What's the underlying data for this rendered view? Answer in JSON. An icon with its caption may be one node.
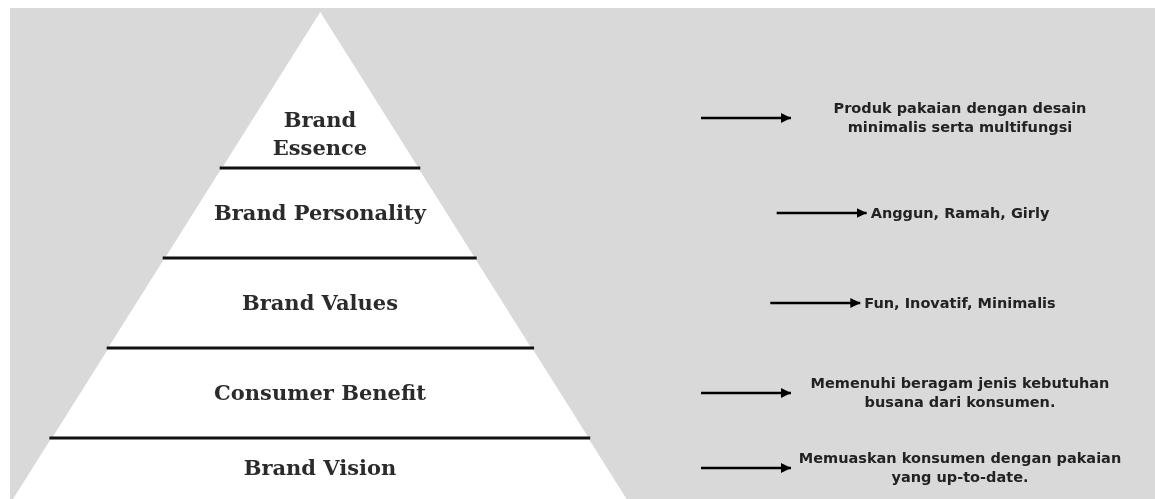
{
  "diagram": {
    "nodes": [
      {
        "text": [
          "Brand Essence"
        ]
      },
      {
        "text": [
          "Brand Personality"
        ]
      },
      {
        "text": [
          "Brand Values"
        ]
      },
      {
        "text": [
          "Consumer Benefit"
        ]
      },
      {
        "text": [
          "Brand Vision"
        ]
      },
      {
        "text": [
          "Produk pakaian dengan desain minimalis serta multifungsi"
        ]
      },
      {
        "text": [
          "Anggun, Ramah, Girly"
        ]
      },
      {
        "text": [
          "Fun, Inovatif, Minimalis"
        ]
      },
      {
        "text": [
          "Memenuhi beragam jenis kebutuhan busana dari konsumen."
        ]
      },
      {
        "text": [
          "Memuaskan konsumen dengan pakaian yang up-to-date."
        ]
      }
    ],
    "edges": [
      {
        "from": null,
        "to": 5,
        "arrow": "to"
      },
      {
        "from": null,
        "to": 6,
        "arrow": "to"
      },
      {
        "from": null,
        "to": 7,
        "arrow": "to"
      },
      {
        "from": null,
        "to": 8,
        "arrow": "to"
      },
      {
        "from": null,
        "to": 9,
        "arrow": "to"
      }
    ]
  }
}
